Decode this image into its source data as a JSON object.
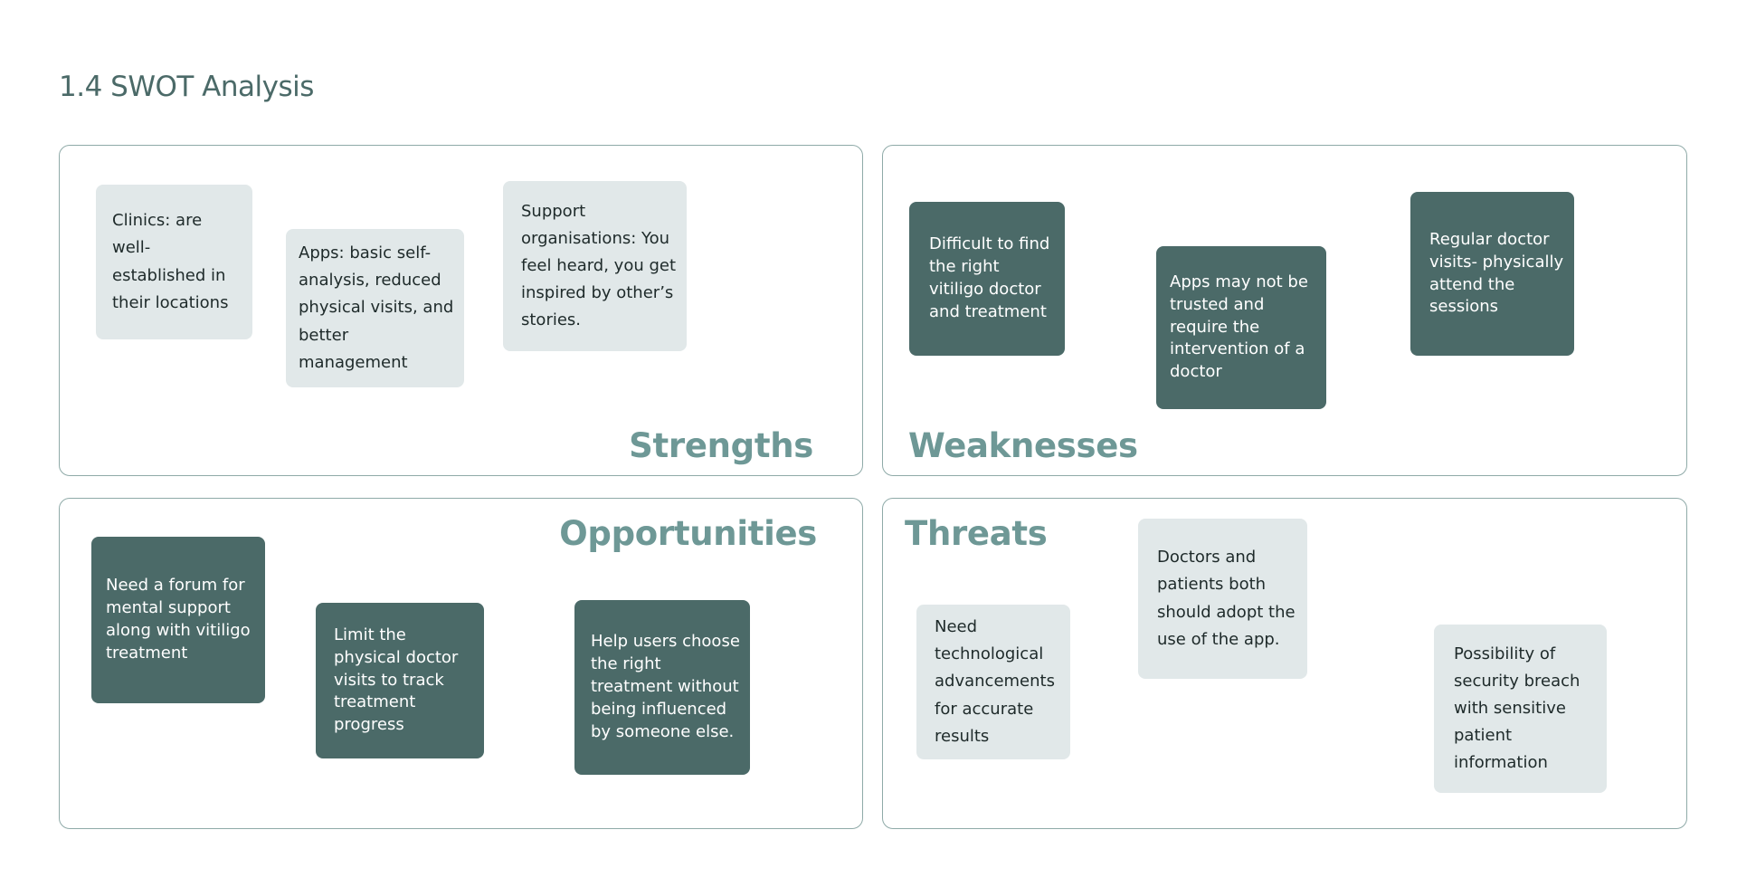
{
  "page": {
    "title": "1.4 SWOT Analysis"
  },
  "colors": {
    "title": "#4b6a68",
    "quadrant_label": "#6e9896",
    "border": "#8faaa8",
    "dark_note": "#4b6a68",
    "light_note": "#e1e8e9"
  },
  "strengths": {
    "label": "Strengths",
    "notes": [
      "Clinics: are well-established in their locations",
      "Apps: basic self-analysis, reduced physical visits, and better management",
      "Support organisations: You feel heard, you get inspired by other’s stories."
    ]
  },
  "weaknesses": {
    "label": "Weaknesses",
    "notes": [
      "Difficult to find the right vitiligo doctor and treatment",
      "Apps may not be trusted and require the intervention of a doctor",
      "Regular doctor visits- physically attend the sessions"
    ]
  },
  "opportunities": {
    "label": "Opportunities",
    "notes": [
      "Need a forum for mental support along with vitiligo treatment",
      "Limit the physical doctor visits to track treatment progress",
      "Help users choose the right treatment without being influenced by someone else."
    ]
  },
  "threats": {
    "label": "Threats",
    "notes": [
      "Need technological advancements for accurate results",
      "Doctors and patients both should adopt the use of the app.",
      "Possibility of security breach with sensitive patient information"
    ]
  }
}
